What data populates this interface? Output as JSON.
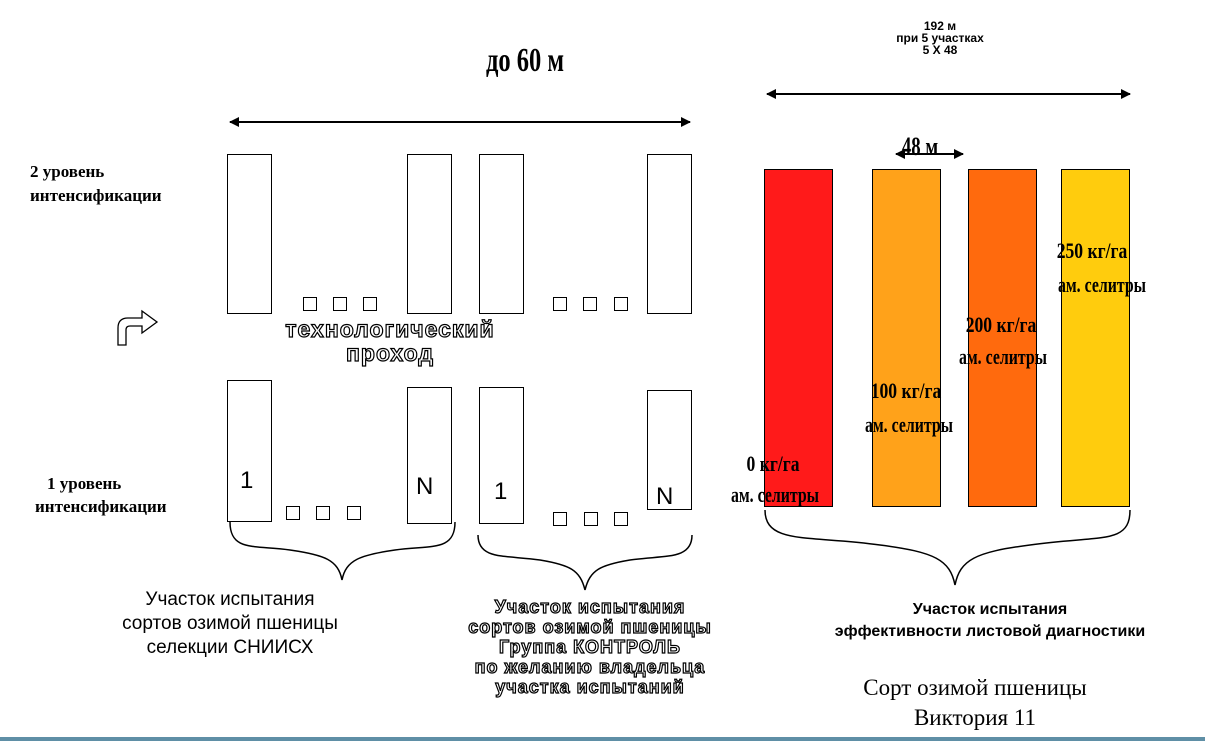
{
  "top_width_label": "до 60 м",
  "right_total": {
    "line1": "192 м",
    "line2": "при 5 участках",
    "line3": "5 X 48"
  },
  "strip_width_label": "48 м",
  "level2": {
    "line1": "2 уровень",
    "line2": "интенсификации"
  },
  "level1": {
    "line1": "1 уровень",
    "line2": "интенсификации"
  },
  "passage": {
    "line1": "технологический",
    "line2": "проход"
  },
  "plot_labels": {
    "first": "1",
    "last": "N"
  },
  "groups": {
    "sniish": {
      "line1": "Участок испытания",
      "line2": "сортов озимой пшеницы",
      "line3": "селекции СНИИСХ"
    },
    "control": {
      "line1": "Участок испытания",
      "line2": "сортов озимой пшеницы",
      "line3": "Группа КОНТРОЛЬ",
      "line4": "по желанию владельца",
      "line5": "участка испытаний"
    },
    "diagnostics": {
      "line1": "Участок испытания",
      "line2": "эффективности листовой диагностики"
    }
  },
  "doses": [
    {
      "line1": "0 кг/га",
      "line2": "ам. селитры",
      "color": "#ff1a1a"
    },
    {
      "line1": "100 кг/га",
      "line2": "ам. селитры",
      "color": "#ffa21a"
    },
    {
      "line1": "200 кг/га",
      "line2": "ам. селитры",
      "color": "#ff6a0d"
    },
    {
      "line1": "250 кг/га",
      "line2": "ам. селитры",
      "color": "#ffcc0d"
    }
  ],
  "variety": {
    "line1": "Сорт озимой пшеницы",
    "line2": "Виктория 11"
  },
  "icons": {
    "turn_arrow": "curved-arrow-icon"
  }
}
